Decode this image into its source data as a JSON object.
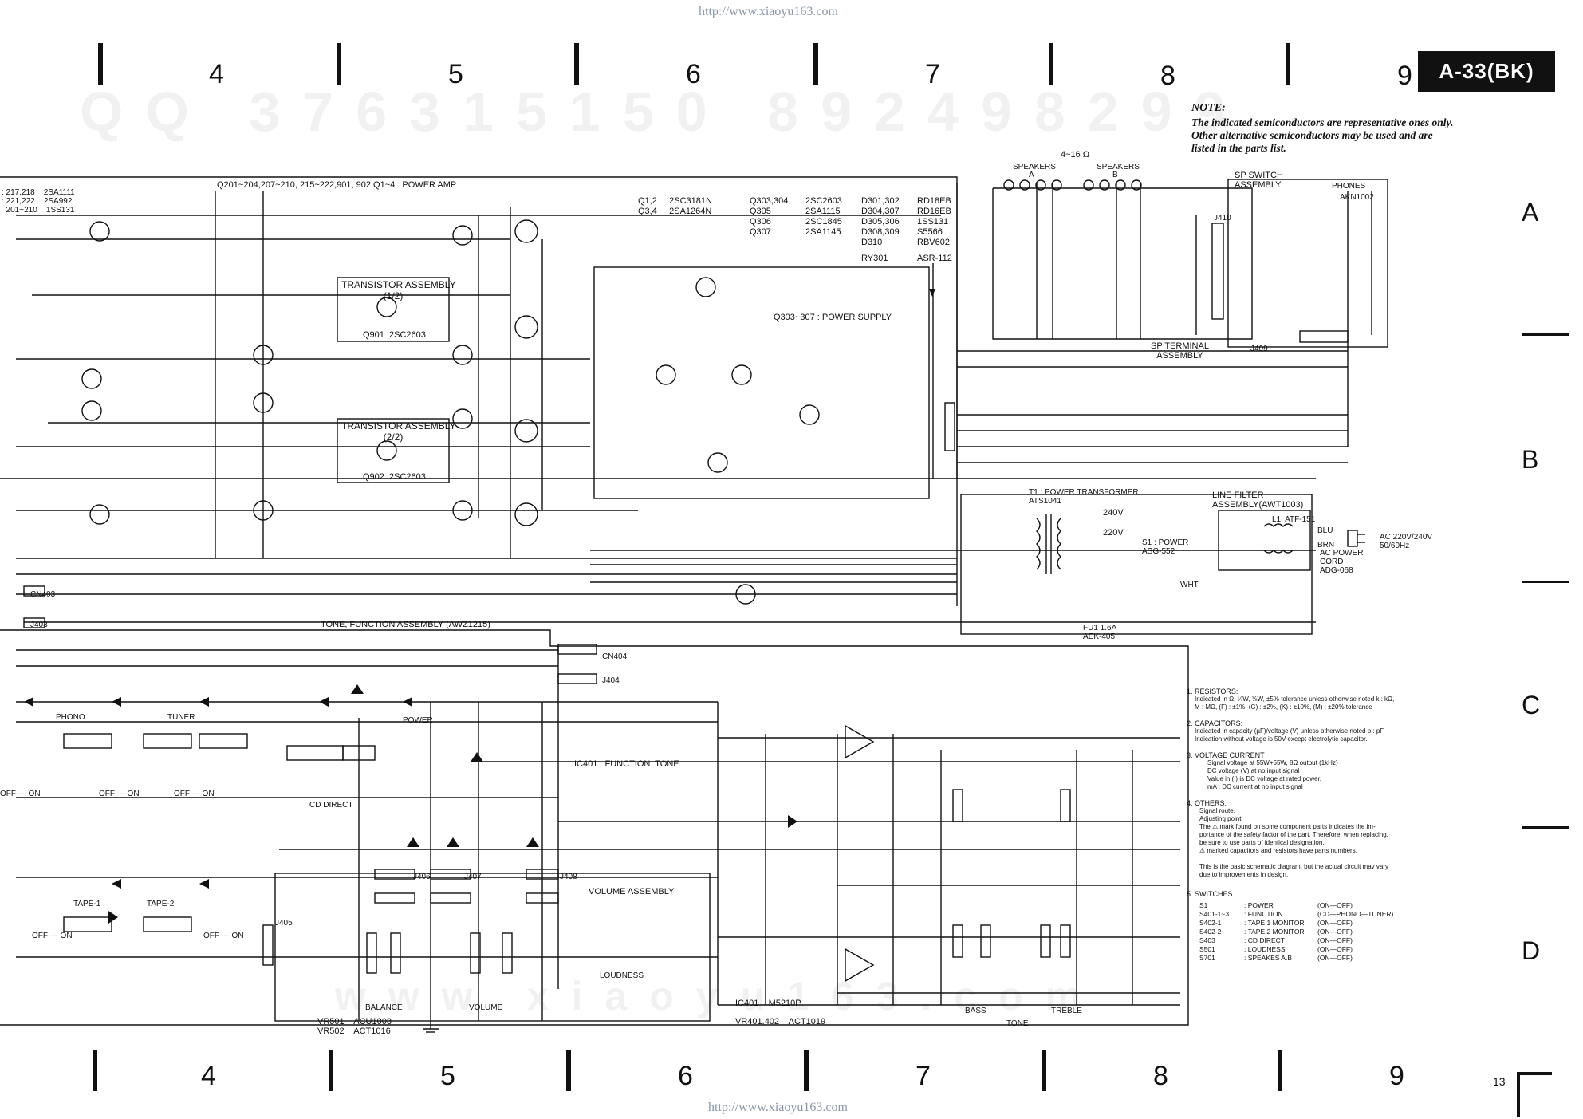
{
  "header": {
    "url_top": "http://www.xiaoyu163.com",
    "url_bottom": "http://www.xiaoyu163.com",
    "model": "A-33(BK)",
    "page_number": "13"
  },
  "grid": {
    "columns_top": [
      "4",
      "5",
      "6",
      "7",
      "8",
      "9"
    ],
    "columns_bottom": [
      "4",
      "5",
      "6",
      "7",
      "8",
      "9"
    ],
    "rows": [
      "A",
      "B",
      "C",
      "D"
    ]
  },
  "watermark": {
    "line1": "QQ 376315150 892498299",
    "line2": "www.xiaoyu163.com"
  },
  "note": {
    "title": "NOTE:",
    "text": "The indicated semiconductors are representative ones only.\nOther alternative semiconductors may be used and are\nlisted in the parts list."
  },
  "labels": {
    "power_amp": "Q201~204,207~210, 215~222,901, 902,Q1~4 : POWER AMP",
    "transistor_assy_1": "TRANSISTOR ASSEMBLY\n(1/2)",
    "transistor_assy_2": "TRANSISTOR ASSEMBLY\n(2/2)",
    "q901": "Q901  2SC2603",
    "q902": "Q902  2SC2603",
    "power_supply": "Q303~307 : POWER SUPPLY",
    "semis_col1": "Q1,2     2SC3181N\nQ3,4     2SA1264N",
    "semis_col2": "Q303,304\nQ305\nQ306\nQ307",
    "semis_col3": "2SC2603\n2SA1115\n2SC1845\n2SA1145",
    "semis_col4": "D301,302\nD304,307\nD305,306\nD308,309\nD310",
    "semis_col5": "RD18EB\nRD16EB\n1SS131\nS5566\nRBV602",
    "ry301": "RY301",
    "asr": "ASR-112",
    "left_semis": ": 217,218    2SA1111\n: 221,222    2SA992\n  201~210    1SS131",
    "speakers": "SPEAKERS",
    "speakers_a": "A",
    "speakers_b": "B",
    "impedance": "4~16 Ω",
    "sp_switch": "SP SWITCH\nASSEMBLY",
    "phones": "PHONES",
    "akn": "AKN1002",
    "sp_terminal": "SP TERMINAL\nASSEMBLY",
    "transformer": "T1 : POWER TRANSFORMER\nATS1041",
    "v240": "240V",
    "v220": "220V",
    "s1_power": "S1 : POWER\nASG-552",
    "line_filter": "LINE FILTER\nASSEMBLY(AWT1003)",
    "l1": "L1  ATF-151",
    "blu": "BLU",
    "brn": "BRN",
    "ac_in": "AC 220V/240V\n50/60Hz",
    "ac_cord": "AC POWER\nCORD\nADG-068",
    "fuse": "FU1 1.6A\nAEK-405",
    "wht": "WHT",
    "tone_assy": "TONE, FUNCTION ASSEMBLY (AWZ1215)",
    "ic401_func": "IC401 : FUNCTION  TONE",
    "volume_assy": "VOLUME ASSEMBLY",
    "ic401": "IC401    M5210P",
    "vr401": "VR401,402    ACT1019",
    "vr501": "VR501    ACU1008\nVR502    ACT1016",
    "bass": "BASS",
    "treble": "TREBLE",
    "tone": "TONE",
    "balance": "BALANCE",
    "volume": "VOLUME",
    "phono": "PHONO",
    "tuner": "TUNER",
    "tape1": "TAPE-1",
    "tape2": "TAPE-2",
    "power": "POWER",
    "cd_direct": "CD DIRECT",
    "loudness": "LOUDNESS",
    "off_on": "OFF — ON",
    "cn403": "CN403",
    "j403": "J403",
    "cn404": "CN404",
    "j404": "J404",
    "j405": "J405",
    "j406": "J406",
    "j407": "J407",
    "j408": "J408",
    "j409": "J409",
    "j410": "J410"
  },
  "legend": {
    "resistors_h": "1. RESISTORS:",
    "resistors": "Indicated in Ω, ¼W, ⅛W, ±5% tolerance unless otherwise noted k : kΩ,\nM : MΩ, (F) : ±1%, (G) : ±2%, (K) : ±10%, (M) : ±20% tolerance",
    "capacitors_h": "2. CAPACITORS:",
    "capacitors": "Indicated in capacity (µF)/voltage (V) unless otherwise noted p : pF\nIndication without voltage is 50V except electrolytic capacitor.",
    "voltage_h": "3. VOLTAGE CURRENT",
    "voltage": "Signal voltage at 55W+55W, 8Ω output (1kHz)\nDC voltage (V) at no input signal\nValue in ( ) is DC voltage at rated power.\nmA : DC current at no input signal",
    "others_h": "4. OTHERS:",
    "others": "Signal route.\nAdjusting point.\nThe ⚠ mark found on some component parts indicates the im-\nportance of the safety factor of the part. Therefore, when replacing,\nbe sure to use parts of identical designation.\n⚠ marked capacitors and resistors have parts numbers.\n\nThis is the basic schematic diagram, but the actual circuit may vary\ndue to improvements in design.",
    "switches_h": "5. SWITCHES",
    "switch_list": [
      [
        "S1",
        ": POWER",
        "(ON—OFF)"
      ],
      [
        "S401-1~3",
        ": FUNCTION",
        "(CD—PHONO—TUNER)"
      ],
      [
        "S402-1",
        ": TAPE 1 MONITOR",
        "(ON—OFF)"
      ],
      [
        "S402-2",
        ": TAPE 2 MONITOR",
        "(ON—OFF)"
      ],
      [
        "S403",
        ": CD DIRECT",
        "(ON—OFF)"
      ],
      [
        "S501",
        ": LOUDNESS",
        "(ON—OFF)"
      ],
      [
        "S701",
        ": SPEAKES A.B",
        "(ON—OFF)"
      ]
    ]
  }
}
